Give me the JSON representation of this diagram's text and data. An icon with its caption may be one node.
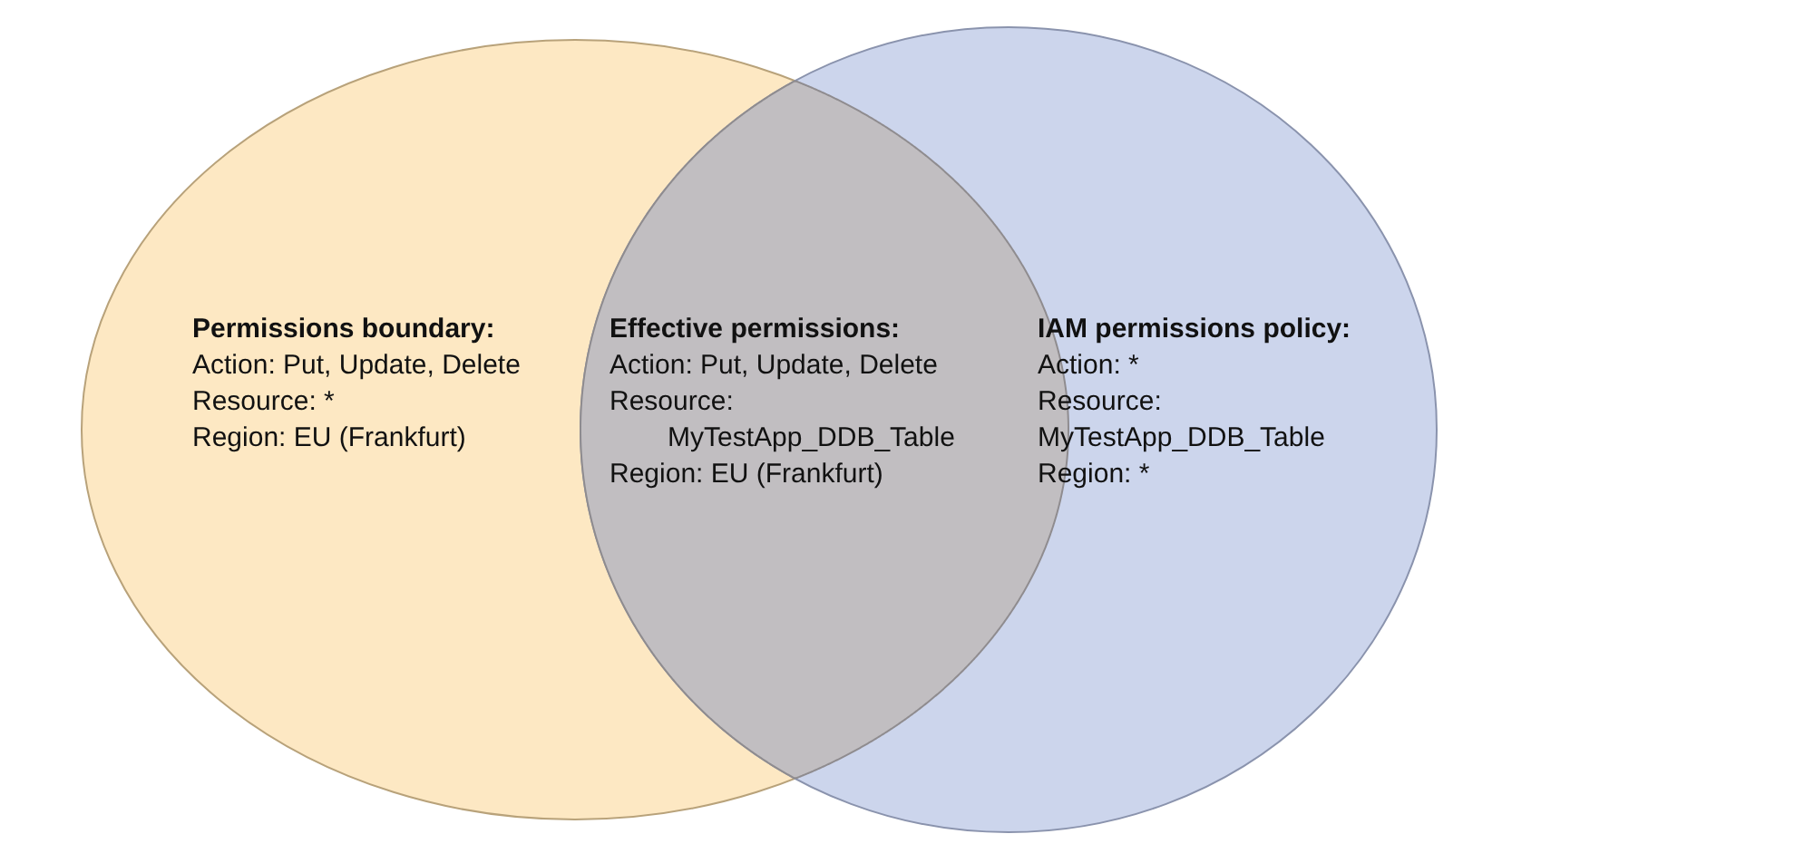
{
  "diagram": {
    "nodes": [
      {
        "text": [
          "Permissions boundary:",
          "Action: Put, Update, Delete",
          "Resource: *",
          "Region: EU (Frankfurt)"
        ]
      },
      {
        "text": [
          "Effective permissions:",
          "Action: Put, Update, Delete",
          "Resource: MyTestApp_DDB_Table",
          "Region: EU (Frankfurt)"
        ]
      },
      {
        "text": [
          "IAM permissions policy:",
          "Action: *",
          "Resource: MyTestApp_DDB_Table",
          "Region: *"
        ]
      }
    ]
  }
}
